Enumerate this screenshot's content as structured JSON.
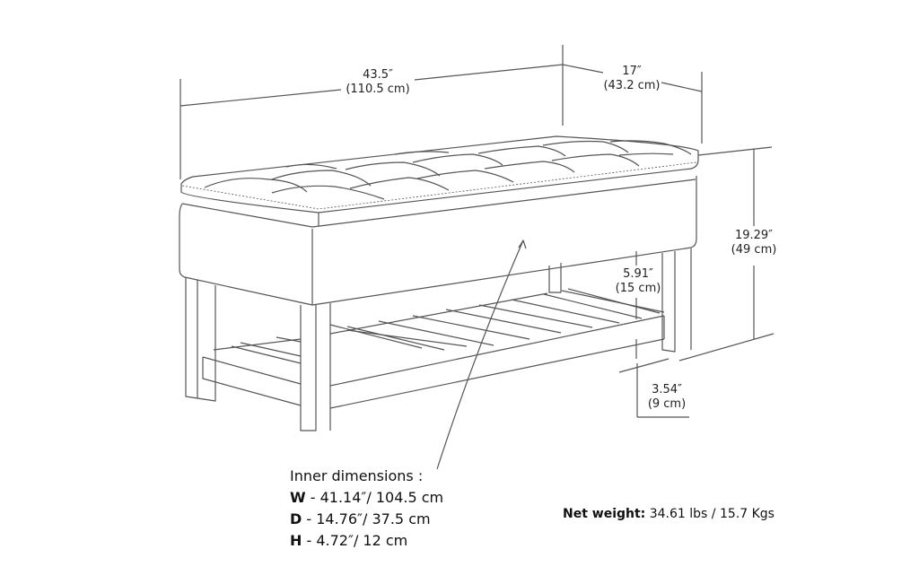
{
  "diagram": {
    "subject": "Storage bench with tufted lid and slatted bottom shelf",
    "line_color": "#555555",
    "dimensions": {
      "width": {
        "imperial": "43.5″",
        "metric": "(110.5 cm)"
      },
      "depth": {
        "imperial": "17″",
        "metric": "(43.2 cm)"
      },
      "height": {
        "imperial": "19.29″",
        "metric": "(49 cm)"
      },
      "shelf_clearance": {
        "imperial": "5.91″",
        "metric": "(15 cm)"
      },
      "floor_clearance": {
        "imperial": "3.54″",
        "metric": "(9 cm)"
      }
    },
    "inner_dimensions": {
      "title": "Inner dimensions :",
      "rows": [
        {
          "key": "W",
          "value": " - 41.14″/ 104.5 cm"
        },
        {
          "key": "D",
          "value": " - 14.76″/ 37.5 cm"
        },
        {
          "key": "H",
          "value": " - 4.72″/ 12 cm"
        }
      ]
    },
    "net_weight": {
      "label": "Net weight:",
      "value": " 34.61 lbs / 15.7 Kgs"
    }
  }
}
